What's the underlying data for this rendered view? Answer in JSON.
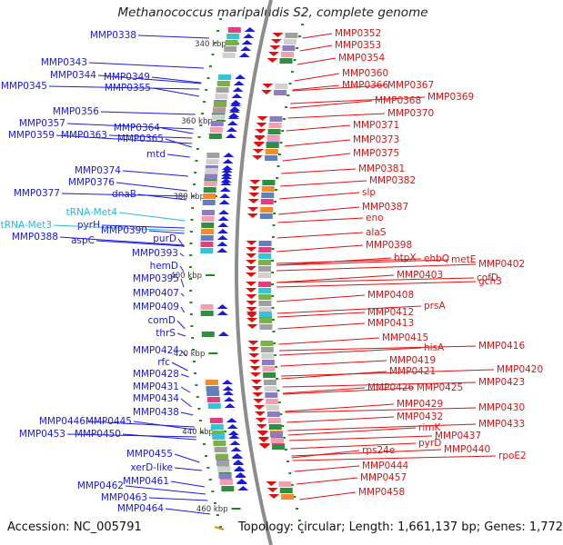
{
  "title": "Methanococcus maripaludis S2, complete genome",
  "accession": "Accession: NC_005791",
  "topology_info": "Topology: circular; Length: 1,661,137 bp; Genes: 1,772",
  "colors": {
    "forward": "#1a1adb",
    "reverse": "#e01010",
    "rna": "#2bb6d6",
    "tick": "#1a8a1a",
    "backbone": "#8c8c8c"
  },
  "ticks": [
    "340 kbp",
    "360 kbp",
    "380 kbp",
    "400 kbp",
    "420 kbp",
    "440 kbp",
    "460 kbp"
  ],
  "left_labels": [
    {
      "text": "MMP0338",
      "kind": "cds"
    },
    {
      "text": "MMP0343",
      "kind": "cds"
    },
    {
      "text": "MMP0344",
      "kind": "cds"
    },
    {
      "text": "MMP0345",
      "kind": "cds"
    },
    {
      "text": "MMP0349",
      "kind": "cds"
    },
    {
      "text": "MMP0355",
      "kind": "cds"
    },
    {
      "text": "MMP0356",
      "kind": "cds"
    },
    {
      "text": "MMP0357",
      "kind": "cds"
    },
    {
      "text": "MMP0359",
      "kind": "cds"
    },
    {
      "text": "MMP0363",
      "kind": "cds"
    },
    {
      "text": "MMP0364",
      "kind": "cds"
    },
    {
      "text": "MMP0365",
      "kind": "cds"
    },
    {
      "text": "mtd",
      "kind": "cds"
    },
    {
      "text": "MMP0374",
      "kind": "cds"
    },
    {
      "text": "MMP0376",
      "kind": "cds"
    },
    {
      "text": "MMP0377",
      "kind": "cds"
    },
    {
      "text": "dnaB",
      "kind": "cds"
    },
    {
      "text": "tRNA-Met4",
      "kind": "rna"
    },
    {
      "text": "pyrH",
      "kind": "cds"
    },
    {
      "text": "tRNA-Met3",
      "kind": "rna"
    },
    {
      "text": "MMP0388",
      "kind": "cds"
    },
    {
      "text": "MMP0390",
      "kind": "cds"
    },
    {
      "text": "aspC",
      "kind": "cds"
    },
    {
      "text": "purD",
      "kind": "cds"
    },
    {
      "text": "MMP0393",
      "kind": "cds"
    },
    {
      "text": "hemD",
      "kind": "cds"
    },
    {
      "text": "MMP0395",
      "kind": "cds"
    },
    {
      "text": "MMP0407",
      "kind": "cds"
    },
    {
      "text": "MMP0409",
      "kind": "cds"
    },
    {
      "text": "comD",
      "kind": "cds"
    },
    {
      "text": "thrS",
      "kind": "cds"
    },
    {
      "text": "MMP0424",
      "kind": "cds"
    },
    {
      "text": "rfc",
      "kind": "cds"
    },
    {
      "text": "MMP0428",
      "kind": "cds"
    },
    {
      "text": "MMP0431",
      "kind": "cds"
    },
    {
      "text": "MMP0434",
      "kind": "cds"
    },
    {
      "text": "MMP0438",
      "kind": "cds"
    },
    {
      "text": "MMP0446",
      "kind": "cds"
    },
    {
      "text": "MMP0445",
      "kind": "cds"
    },
    {
      "text": "MMP0453",
      "kind": "cds"
    },
    {
      "text": "MMP0450",
      "kind": "cds"
    },
    {
      "text": "MMP0455",
      "kind": "cds"
    },
    {
      "text": "xerD-like",
      "kind": "cds"
    },
    {
      "text": "MMP0461",
      "kind": "cds"
    },
    {
      "text": "MMP0462",
      "kind": "cds"
    },
    {
      "text": "MMP0463",
      "kind": "cds"
    },
    {
      "text": "MMP0464",
      "kind": "cds"
    }
  ],
  "right_labels": [
    {
      "text": "MMP0352"
    },
    {
      "text": "MMP0353"
    },
    {
      "text": "MMP0354"
    },
    {
      "text": "MMP0360"
    },
    {
      "text": "MMP0366"
    },
    {
      "text": "MMP0367"
    },
    {
      "text": "MMP0369"
    },
    {
      "text": "MMP0368"
    },
    {
      "text": "MMP0370"
    },
    {
      "text": "MMP0371"
    },
    {
      "text": "MMP0373"
    },
    {
      "text": "MMP0375"
    },
    {
      "text": "MMP0381"
    },
    {
      "text": "MMP0382"
    },
    {
      "text": "slp"
    },
    {
      "text": "MMP0387"
    },
    {
      "text": "eno"
    },
    {
      "text": "alaS"
    },
    {
      "text": "MMP0398"
    },
    {
      "text": "htpX"
    },
    {
      "text": "ehbQ"
    },
    {
      "text": "metE"
    },
    {
      "text": "MMP0402"
    },
    {
      "text": "MMP0403"
    },
    {
      "text": "cofD"
    },
    {
      "text": "gch3"
    },
    {
      "text": "MMP0408"
    },
    {
      "text": "prsA"
    },
    {
      "text": "MMP0412"
    },
    {
      "text": "MMP0413"
    },
    {
      "text": "MMP0415"
    },
    {
      "text": "hisA"
    },
    {
      "text": "MMP0416"
    },
    {
      "text": "MMP0419"
    },
    {
      "text": "MMP0420"
    },
    {
      "text": "MMP0421"
    },
    {
      "text": "MMP0423"
    },
    {
      "text": "MMP0426"
    },
    {
      "text": "MMP0425"
    },
    {
      "text": "MMP0429"
    },
    {
      "text": "MMP0430"
    },
    {
      "text": "MMP0432"
    },
    {
      "text": "MMP0433"
    },
    {
      "text": "rimK"
    },
    {
      "text": "MMP0437"
    },
    {
      "text": "pyrD"
    },
    {
      "text": "MMP0440"
    },
    {
      "text": "rps24e"
    },
    {
      "text": "rpoE2"
    },
    {
      "text": "MMP0444"
    },
    {
      "text": "MMP0457"
    },
    {
      "text": "MMP0458"
    }
  ]
}
